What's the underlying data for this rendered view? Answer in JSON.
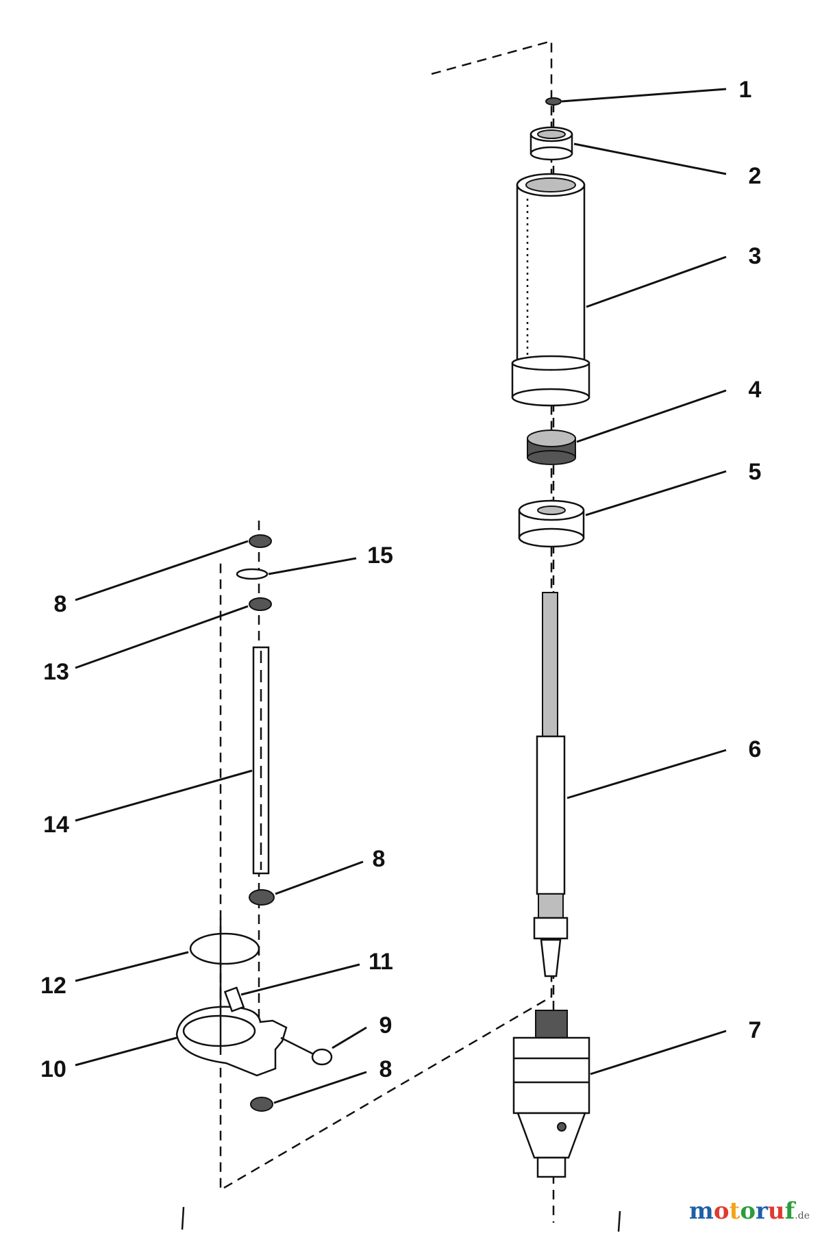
{
  "diagram": {
    "callouts": {
      "c1": "1",
      "c2": "2",
      "c3": "3",
      "c4": "4",
      "c5": "5",
      "c6": "6",
      "c7": "7",
      "c8a": "8",
      "c8b": "8",
      "c8c": "8",
      "c9": "9",
      "c10": "10",
      "c11": "11",
      "c12": "12",
      "c13": "13",
      "c14": "14",
      "c15": "15"
    }
  },
  "watermark": {
    "letters": [
      "m",
      "o",
      "t",
      "o",
      "r",
      "u",
      "f"
    ],
    "colors": [
      "#1f5fa8",
      "#e03a2f",
      "#f2a51a",
      "#2a9d3a",
      "#1f5fa8",
      "#e03a2f",
      "#2a9d3a"
    ],
    "suffix": ".de"
  }
}
